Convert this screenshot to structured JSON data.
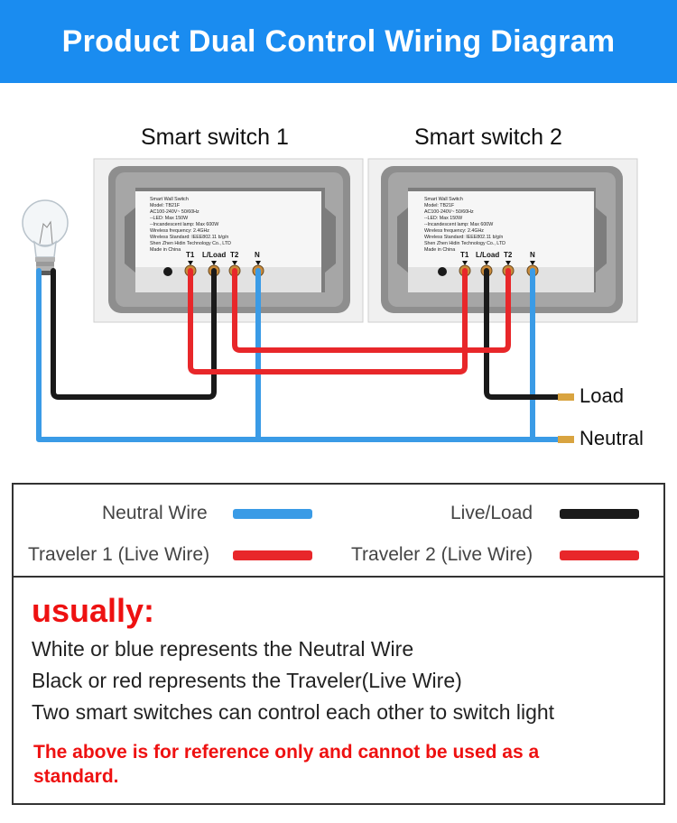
{
  "header": {
    "title": "Product Dual Control Wiring Diagram"
  },
  "switches": [
    {
      "title": "Smart switch 1",
      "label_lines": [
        "Smart Wall Switch",
        "Model: TB21F",
        "AC100-240V~ 50/60Hz",
        "--LED: Max 150W",
        "--Incandescent lamp: Max 600W",
        "Wireless frequency: 2.4GHz",
        "Wireless Standard: IEEE802.11 b/g/n",
        "Shen Zhen Hidin Technology Co., LTD",
        "Made in China"
      ],
      "terminals": [
        "T1",
        "L/Load",
        "T2",
        "N"
      ]
    },
    {
      "title": "Smart switch 2",
      "label_lines": [
        "Smart Wall Switch",
        "Model: TB21F",
        "AC100-240V~ 50/60Hz",
        "--LED: Max 150W",
        "--Incandescent lamp: Max 600W",
        "Wireless frequency: 2.4GHz",
        "Wireless Standard: IEEE802.11 b/g/n",
        "Shen Zhen Hidin Technology Co., LTD",
        "Made in China"
      ],
      "terminals": [
        "T1",
        "L/Load",
        "T2",
        "N"
      ]
    }
  ],
  "wire_labels": {
    "load": "Load",
    "neutral": "Neutral"
  },
  "legend": {
    "neutral": "Neutral Wire",
    "live": "Live/Load",
    "traveler1": "Traveler 1 (Live Wire)",
    "traveler2": "Traveler 2 (Live Wire)"
  },
  "colors": {
    "neutral": "#3a9be6",
    "live": "#1a1a1a",
    "traveler": "#e8272a",
    "banner": "#1a8cf0",
    "warning": "#ee1111"
  },
  "notes": {
    "heading": "usually:",
    "lines": [
      "White or blue represents the Neutral Wire",
      "Black or red represents the Traveler(Live Wire)",
      "Two smart switches can control each other to switch light"
    ],
    "disclaimer": "The above is for reference only and cannot be used as a standard."
  }
}
